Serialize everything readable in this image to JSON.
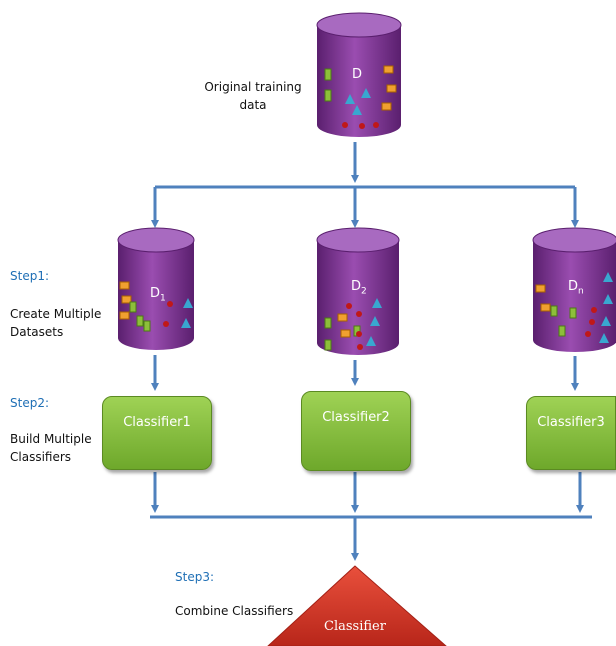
{
  "labels": {
    "original": "Original training data",
    "step1": "Step1:",
    "step1_desc": "Create Multiple Datasets",
    "step2": "Step2:",
    "step2_desc": "Build Multiple Classifiers",
    "step3": "Step3:",
    "step3_desc": "Combine Classifiers"
  },
  "datasets": {
    "original": "D",
    "d1": {
      "base": "D",
      "sub": "1"
    },
    "d2": {
      "base": "D",
      "sub": "2"
    },
    "dn": {
      "base": "D",
      "sub": "n"
    }
  },
  "classifiers": [
    "Classifier1",
    "Classifier2",
    "Classifier3"
  ],
  "final": "Classifier",
  "colors": {
    "cylinder": "#7b2f8f",
    "arrow": "#4f81bd",
    "box": "#7fb93a",
    "triangle": "#d93a2a",
    "step": "#1f6fb5"
  }
}
